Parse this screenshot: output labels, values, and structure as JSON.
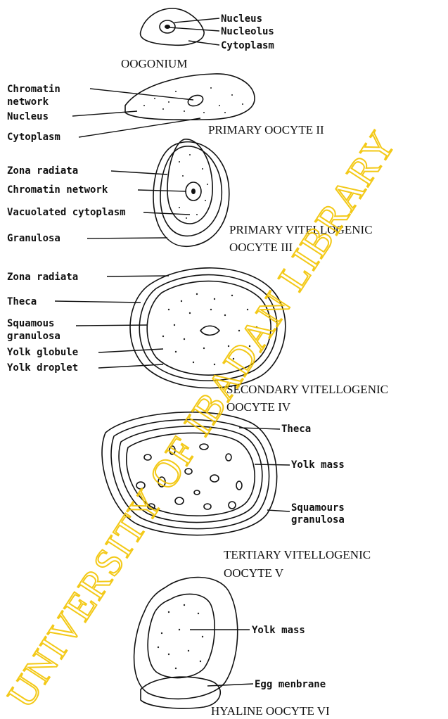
{
  "watermark": "UNIVERSITY OF IBADAN LIBRARY",
  "stages": {
    "oogonium": {
      "caption": "OOGONIUM",
      "labels": [
        "Nucleus",
        "Nucleolus",
        "Cytoplasm"
      ]
    },
    "primary_oocyte": {
      "caption": "PRIMARY OOCYTE   II",
      "labels": [
        "Chromatin",
        "network",
        "Nucleus",
        "Cytoplasm"
      ]
    },
    "primary_vitellogenic": {
      "caption_line1": "PRIMARY VITELLOGENIC",
      "caption_line2": "OOCYTE    III",
      "labels": [
        "Zona radiata",
        "Chromatin network",
        "Vacuolated cytoplasm",
        "Granulosa"
      ]
    },
    "secondary_vitellogenic": {
      "caption_line1": "SECONDARY VITELLOGENIC",
      "caption_line2": "OOCYTE    IV",
      "labels": [
        "Zona radiata",
        "Theca",
        "Squamous",
        "granulosa",
        "Yolk globule",
        "Yolk droplet"
      ]
    },
    "tertiary_vitellogenic": {
      "caption_line1": "TERTIARY VITELLOGENIC",
      "caption_line2": "OOCYTE    V",
      "labels": [
        "Theca",
        "Yolk mass",
        "Squamours",
        "granulosa"
      ]
    },
    "hyaline": {
      "caption": "HYALINE  OOCYTE   VI",
      "labels": [
        "Yolk mass",
        "Egg menbrane"
      ]
    }
  }
}
